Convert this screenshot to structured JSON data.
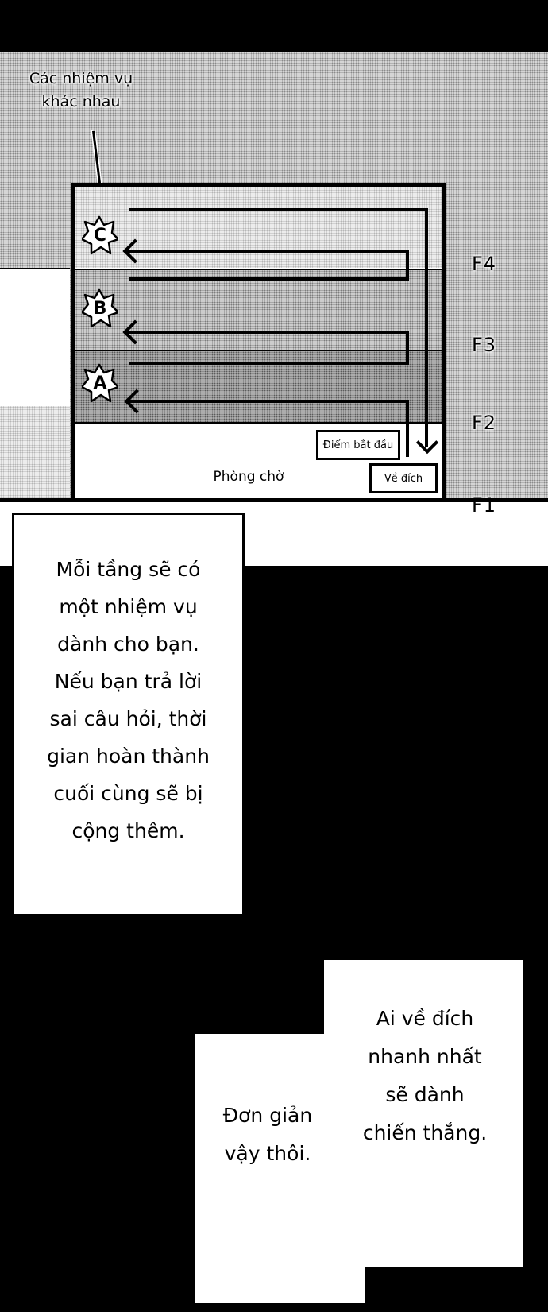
{
  "page": {
    "type": "comic-page",
    "language": "vi"
  },
  "diagram": {
    "callout": {
      "line1": "Các nhiệm vụ",
      "line2": "khác nhau"
    },
    "floors": [
      {
        "label": "F4",
        "mission": "C"
      },
      {
        "label": "F3",
        "mission": "B"
      },
      {
        "label": "F2",
        "mission": "A"
      },
      {
        "label": "F1",
        "room": "Phòng chờ"
      }
    ],
    "start_label": "Điểm bắt đầu",
    "finish_label": "Về đích",
    "waiting_room_label": "Phòng chờ"
  },
  "narration_1": {
    "lines": [
      "Mỗi tầng sẽ có",
      "một nhiệm vụ",
      "dành cho bạn.",
      "Nếu bạn trả lời",
      "sai câu hỏi, thời",
      "gian hoàn thành",
      "cuối cùng sẽ bị",
      "cộng thêm."
    ]
  },
  "narration_2": {
    "right_lines": [
      "Ai về đích",
      "nhanh nhất",
      "sẽ dành",
      "chiến thắng."
    ],
    "left_lines": [
      "Đơn giản",
      "vậy thôi."
    ]
  },
  "colors": {
    "ink": "#000000",
    "paper": "#ffffff",
    "screentone": "#bdbdbd"
  }
}
